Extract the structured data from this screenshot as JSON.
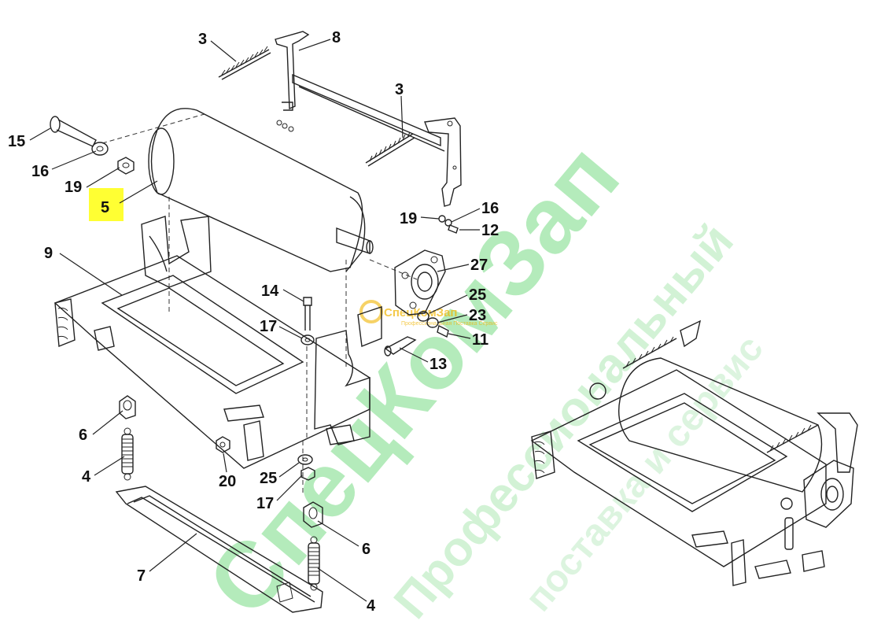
{
  "callouts": {
    "c3a": "3",
    "c8": "8",
    "c3b": "3",
    "c15": "15",
    "c16a": "16",
    "c19a": "19",
    "c5": "5",
    "c19b": "19",
    "c16b": "16",
    "c12": "12",
    "c9": "9",
    "c27": "27",
    "c14": "14",
    "c25a": "25",
    "c23": "23",
    "c11": "11",
    "c17a": "17",
    "c13": "13",
    "c6a": "6",
    "c4a": "4",
    "c20": "20",
    "c25b": "25",
    "c17b": "17",
    "c6b": "6",
    "c7": "7",
    "c4b": "4"
  },
  "highlight": {
    "part": "5",
    "color": "#ffff33"
  },
  "watermark": {
    "main": "СпецКомЗап",
    "line2": "Профессиональный",
    "line3": "поставка и сервис",
    "logo_title": "СпецКомЗап",
    "logo_sub": "Профессиональная Поставка Сервис",
    "color": "#4cd45f"
  }
}
